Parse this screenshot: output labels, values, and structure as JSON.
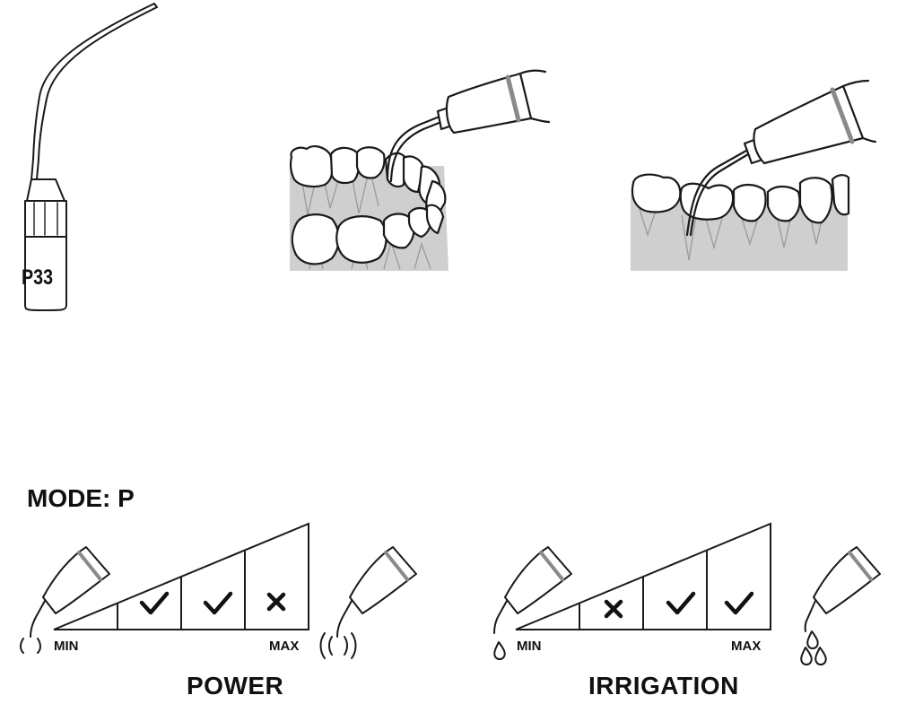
{
  "tip": {
    "code": "P33"
  },
  "mode": {
    "label": "MODE: P"
  },
  "power": {
    "title": "POWER",
    "min_label": "MIN",
    "max_label": "MAX",
    "levels": [
      "check-icon",
      "check-icon",
      "cross-icon"
    ]
  },
  "irrigation": {
    "title": "IRRIGATION",
    "min_label": "MIN",
    "max_label": "MAX",
    "levels": [
      "cross-icon",
      "check-icon",
      "check-icon"
    ]
  },
  "colors": {
    "line": "#1a1a1a",
    "gum": "#cfcfcf",
    "handpiece_ring": "#8a8a8a"
  }
}
